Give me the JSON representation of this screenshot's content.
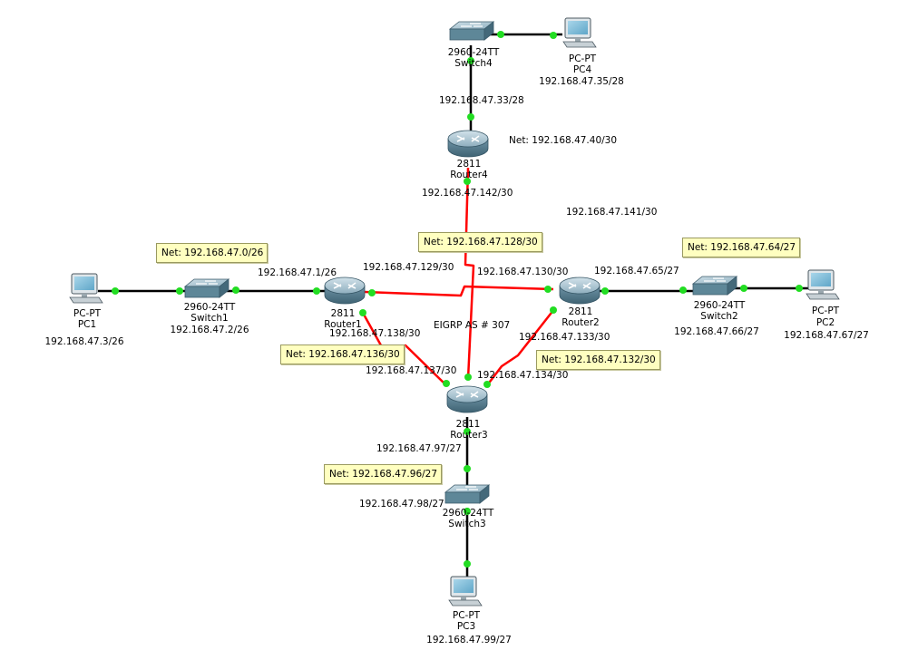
{
  "devices": {
    "router1": {
      "model": "2811",
      "name": "Router1"
    },
    "router2": {
      "model": "2811",
      "name": "Router2"
    },
    "router3": {
      "model": "2811",
      "name": "Router3"
    },
    "router4": {
      "model": "2811",
      "name": "Router4"
    },
    "switch1": {
      "model": "2960-24TT",
      "name": "Switch1",
      "ip": "192.168.47.2/26"
    },
    "switch2": {
      "model": "2960-24TT",
      "name": "Switch2",
      "ip": "192.168.47.66/27"
    },
    "switch3": {
      "model": "2960-24TT",
      "name": "Switch3",
      "ip": "192.168.47.98/27"
    },
    "switch4": {
      "model": "2960-24TT",
      "name": "Switch4",
      "ip": "192.168.47.33/28"
    },
    "pc1": {
      "model": "PC-PT",
      "name": "PC1",
      "ip": "192.168.47.3/26"
    },
    "pc2": {
      "model": "PC-PT",
      "name": "PC2",
      "ip": "192.168.47.67/27"
    },
    "pc3": {
      "model": "PC-PT",
      "name": "PC3",
      "ip": "192.168.47.99/27"
    },
    "pc4": {
      "model": "PC-PT",
      "name": "PC4",
      "ip": "192.168.47.35/28"
    }
  },
  "interface_labels": {
    "r1_lan": "192.168.47.1/26",
    "r1_r2": "192.168.47.129/30",
    "r2_r1": "192.168.47.130/30",
    "r2_lan": "192.168.47.65/27",
    "r1_r3": "192.168.47.138/30",
    "r3_r1": "192.168.47.137/30",
    "r2_r3": "192.168.47.133/30",
    "r3_r2": "192.168.47.134/30",
    "r3_lan": "192.168.47.97/27",
    "r4_r2": "192.168.47.142/30",
    "r2_r4": "192.168.47.141/30"
  },
  "notes": {
    "n1": "Net: 192.168.47.0/26",
    "n2": "Net: 192.168.47.64/27",
    "n3": "Net: 192.168.47.128/30",
    "n4": "Net: 192.168.47.136/30",
    "n5": "Net: 192.168.47.132/30",
    "n6": "Net: 192.168.47.96/27",
    "n7": "Net: 192.168.47.40/30"
  },
  "eigrp_label": "EIGRP AS # 307",
  "colors": {
    "serial_link": "#ff0000",
    "ethernet_link": "#000000",
    "port_up": "#00dd00",
    "note_bg": "#ffffc0"
  }
}
